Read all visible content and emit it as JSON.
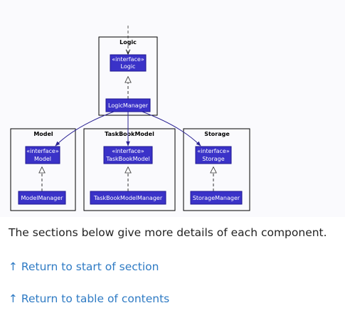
{
  "diagram": {
    "packages": {
      "logic": {
        "title": "Logic",
        "interface_stereotype": "«interface»",
        "interface_name": "Logic",
        "impl_name": "LogicManager"
      },
      "model": {
        "title": "Model",
        "interface_stereotype": "«interface»",
        "interface_name": "Model",
        "impl_name": "ModelManager"
      },
      "taskbook": {
        "title": "TaskBookModel",
        "interface_stereotype": "«interface»",
        "interface_name": "TaskBookModel",
        "impl_name": "TaskBookModelManager"
      },
      "storage": {
        "title": "Storage",
        "interface_stereotype": "«interface»",
        "interface_name": "Storage",
        "impl_name": "StorageManager"
      }
    },
    "colors": {
      "class_fill": "#3a32c8",
      "class_border": "#1e1690",
      "arrow": "#2c2494"
    }
  },
  "content": {
    "lead_text": "The sections below give more details of each component.",
    "link_section": "↑ Return to start of section",
    "link_contents": "↑ Return to table of contents"
  }
}
